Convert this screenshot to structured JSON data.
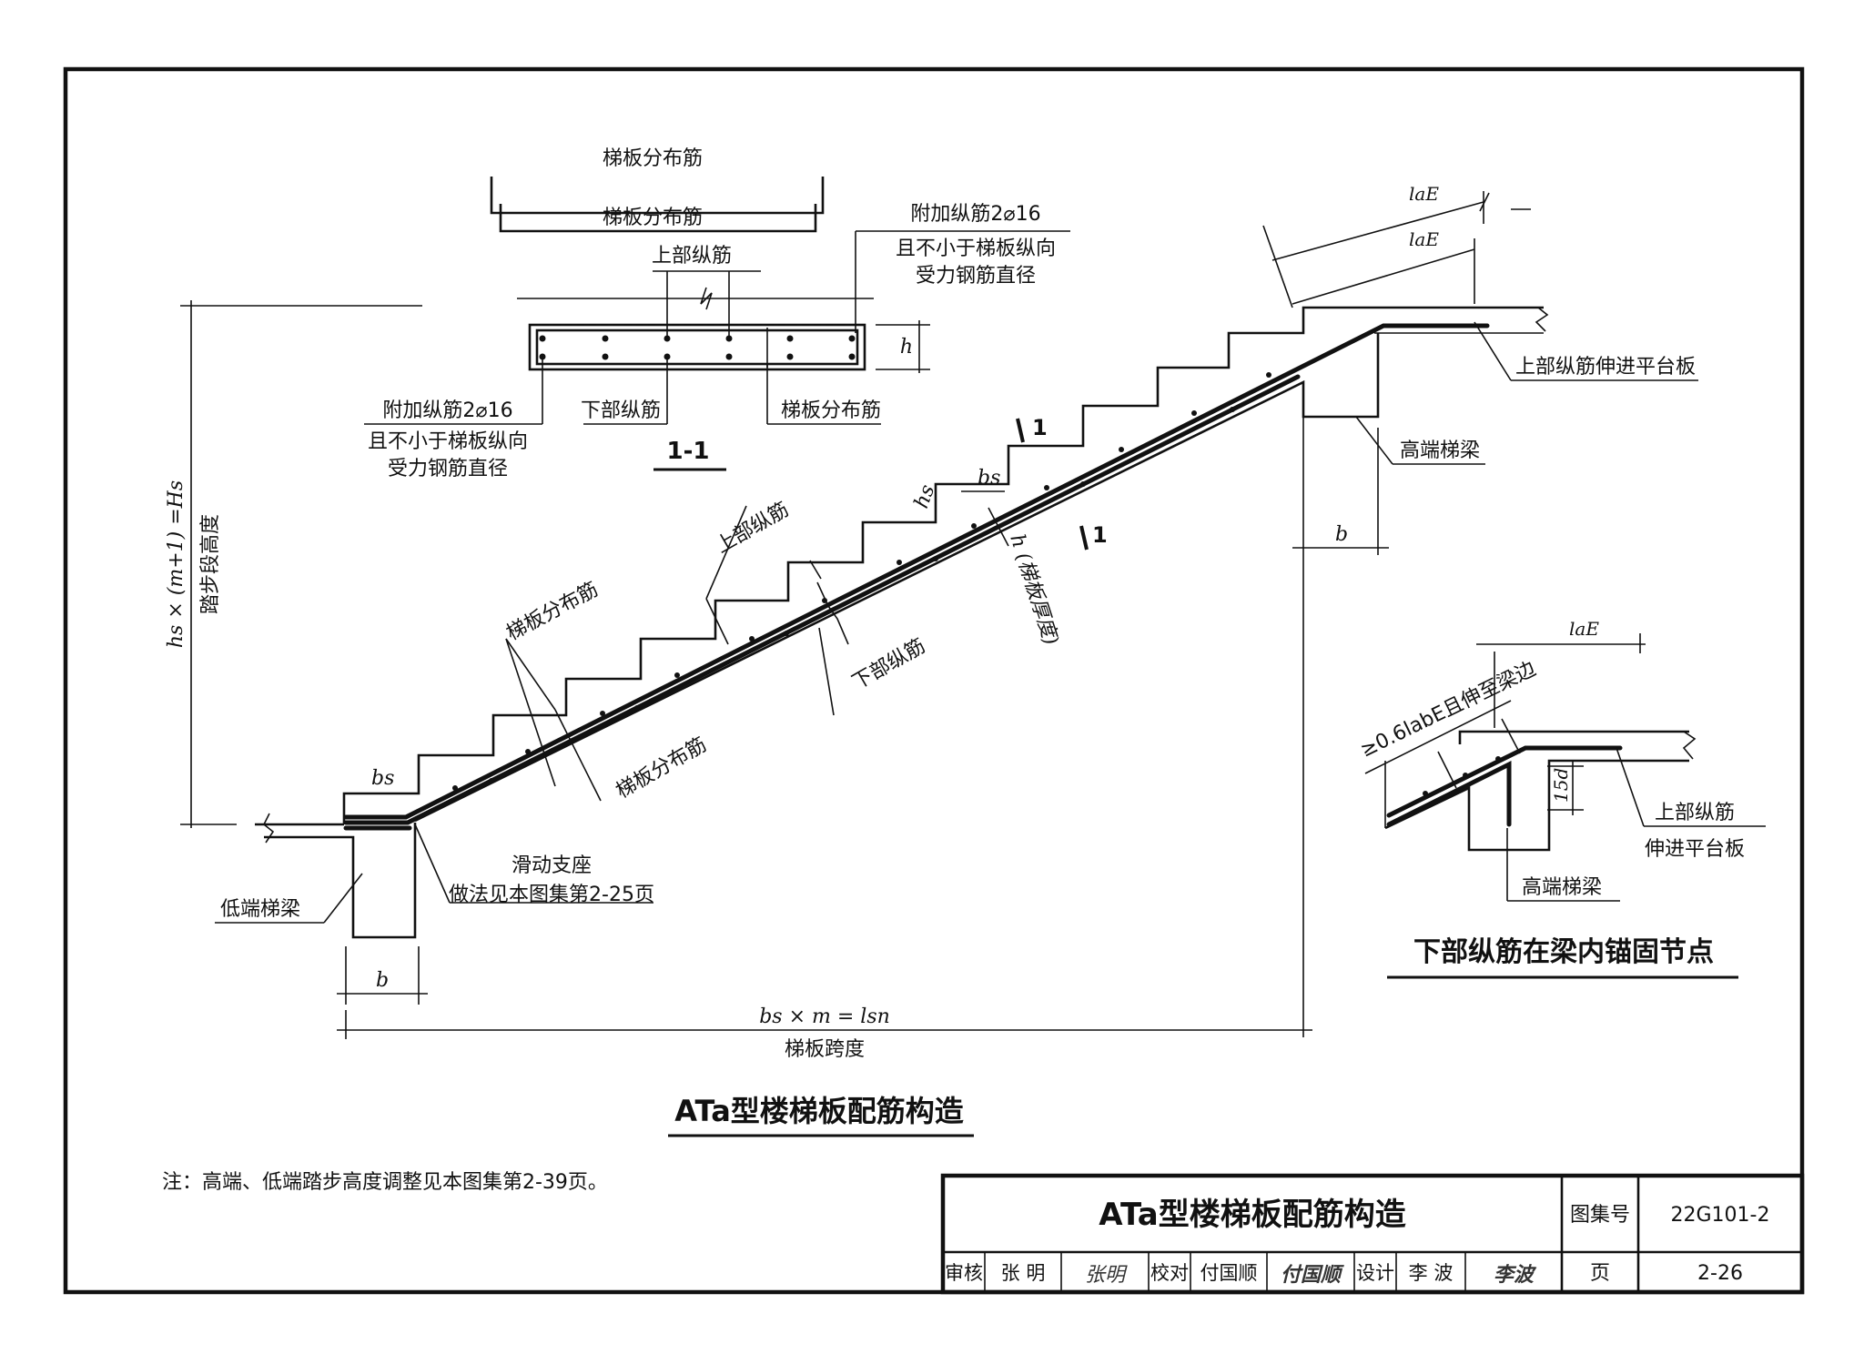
{
  "section_view": {
    "top_label_1": "梯板分布筋",
    "top_label_2": "梯板分布筋",
    "upper_bar": "上部纵筋",
    "lower_bar": "下部纵筋",
    "dist_bar": "梯板分布筋",
    "h": "h",
    "section_title": "1-1",
    "add_bar_right": [
      "附加纵筋2⌀16",
      "且不小于梯板纵向",
      "受力钢筋直径"
    ],
    "add_bar_left": [
      "附加纵筋2⌀16",
      "且不小于梯板纵向",
      "受力钢筋直径"
    ]
  },
  "main_view": {
    "vertical_dim": "hs × (m+1) =Hs",
    "vertical_dim_sub": "踏步段高度",
    "upper_bar": "上部纵筋",
    "lower_bar": "下部纵筋",
    "dist_bar_1": "梯板分布筋",
    "dist_bar_2": "梯板分布筋",
    "bs_top": "bs",
    "bs_bottom": "bs",
    "hs": "hs",
    "thickness": "h (梯板厚度)",
    "cut_mark": "1",
    "laE_1": "laE",
    "laE_2": "laE",
    "upper_into_platform": "上部纵筋伸进平台板",
    "high_beam": "高端梯梁",
    "b_right": "b",
    "b_left": "b",
    "low_beam": "低端梯梁",
    "slide_support_1": "滑动支座",
    "slide_support_2": "做法见本图集第2-25页",
    "span_dim": "bs × m = lsn",
    "span_label": "梯板跨度",
    "main_title": "ATa型楼梯板配筋构造"
  },
  "detail_view": {
    "laE": "laE",
    "anchor": "≥0.6labE且伸至梁边",
    "d15": "15d",
    "upper_bar_1": "上部纵筋",
    "upper_bar_2": "伸进平台板",
    "high_beam": "高端梯梁",
    "title": "下部纵筋在梁内锚固节点"
  },
  "note": "注：高端、低端踏步高度调整见本图集第2-39页。",
  "title_block": {
    "title": "ATa型楼梯板配筋构造",
    "atlas_no_label": "图集号",
    "atlas_no": "22G101-2",
    "review_label": "审核",
    "reviewer": "张 明",
    "reviewer_sign": "张明",
    "check_label": "校对",
    "checker": "付国顺",
    "checker_sign": "付国顺",
    "design_label": "设计",
    "designer": "李 波",
    "designer_sign": "李波",
    "page_label": "页",
    "page": "2-26"
  }
}
